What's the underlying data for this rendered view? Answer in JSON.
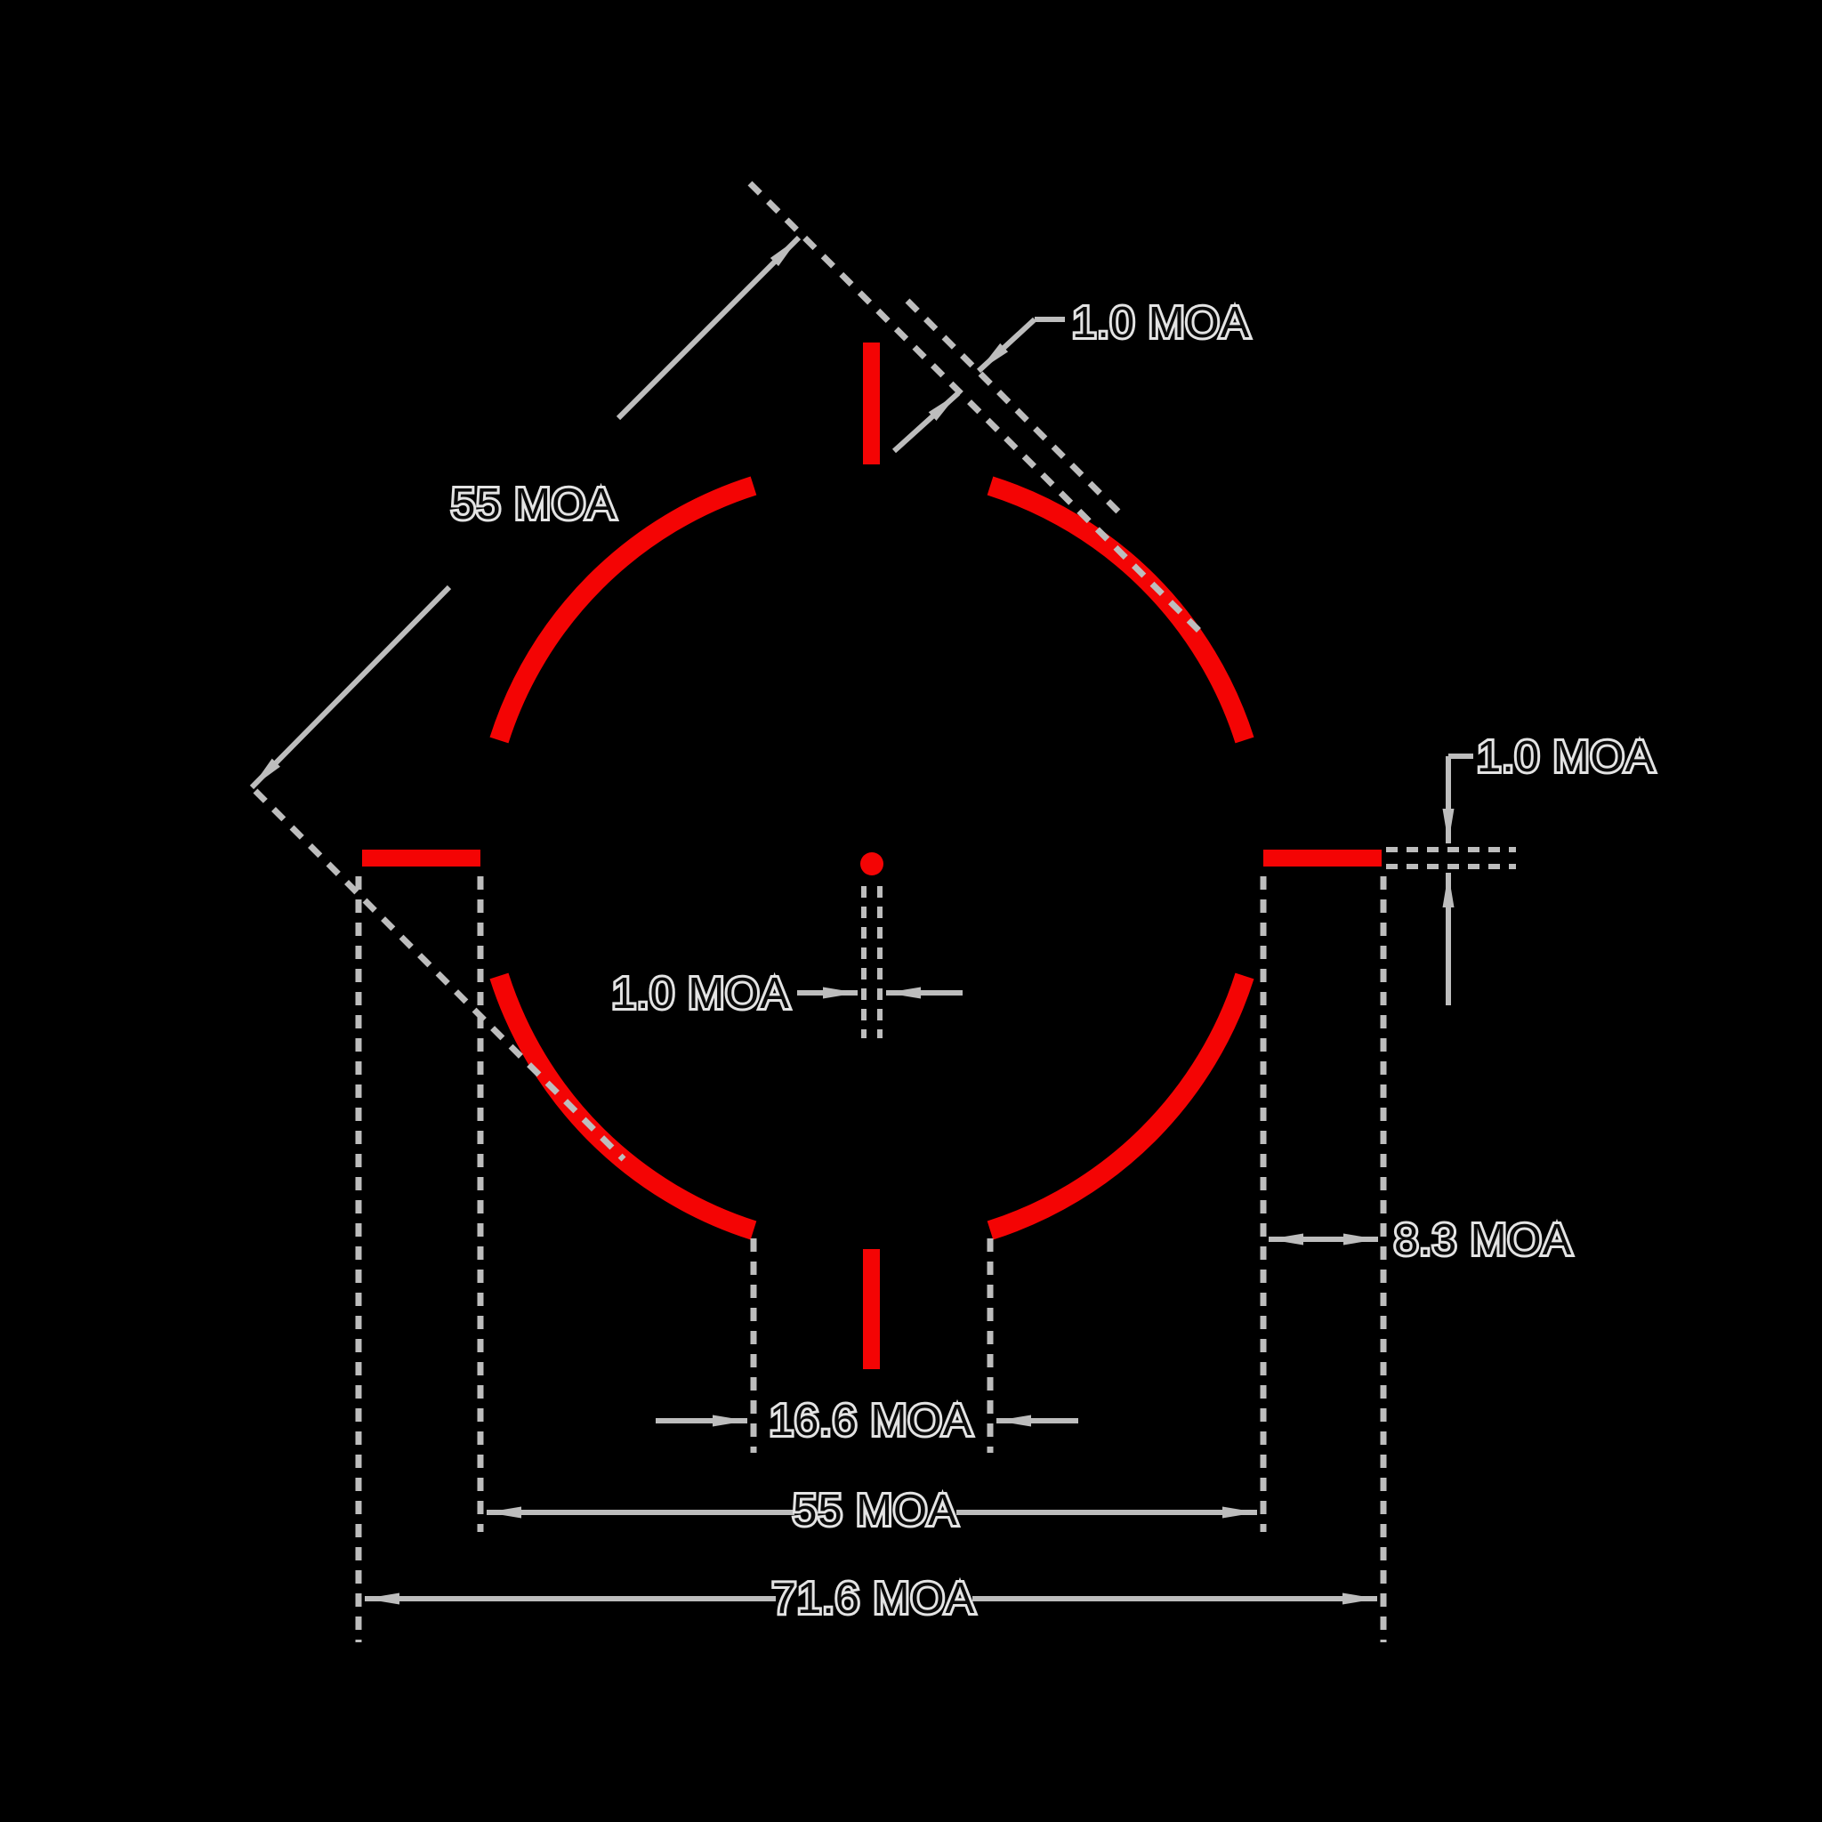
{
  "diagram": {
    "description": "Reticle MOA dimension drawing: segmented red circle with tick marks and center dot, annotated with dashed extension lines and arrowed dimension lines",
    "labels": {
      "top_tick_width": "1.0 MOA",
      "diagonal_diameter": "55 MOA",
      "right_bar_thickness": "1.0 MOA",
      "center_dot_width": "1.0 MOA",
      "bar_length": "8.3 MOA",
      "bottom_gap_width": "16.6 MOA",
      "inner_width": "55 MOA",
      "overall_width": "71.6 MOA"
    },
    "colors": {
      "background": "#000000",
      "reticle_red": "#f40404",
      "dimension_gray": "#bdbdbd",
      "label_fill": "#0a0a0a",
      "label_outline": "#e3e3e3"
    }
  }
}
